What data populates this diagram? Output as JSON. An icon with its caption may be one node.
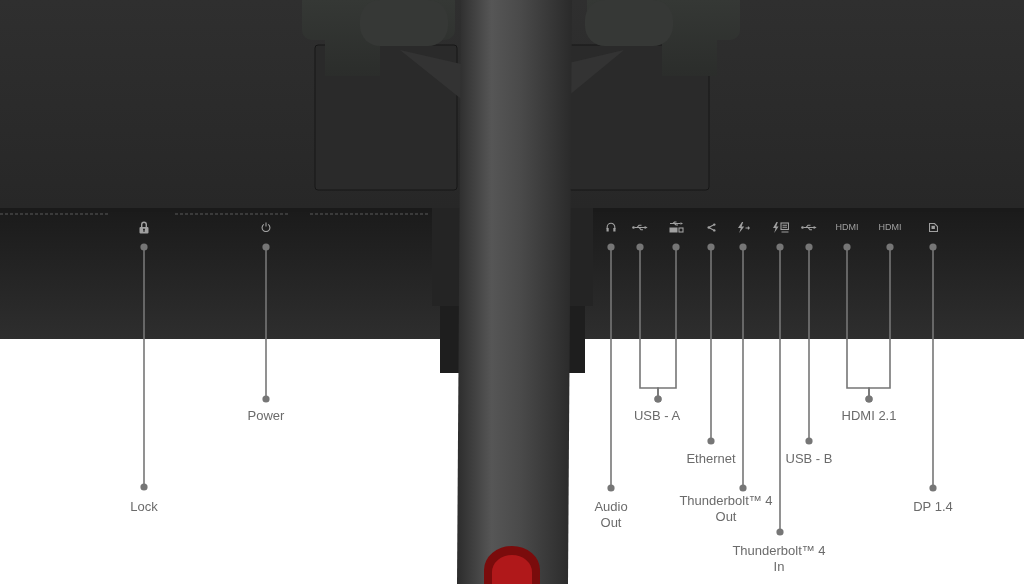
{
  "diagram": {
    "nodes": [
      {
        "text": [],
        "shape": "picture"
      },
      {
        "text": [],
        "shape": "picture"
      },
      {
        "text": [],
        "shape": "picture"
      },
      {
        "text": [],
        "shape": "picture"
      },
      {
        "text": [],
        "shape": "picture"
      },
      {
        "text": [],
        "shape": "picture"
      },
      {
        "text": [],
        "shape": "picture"
      },
      {
        "text": [],
        "shape": "picture"
      },
      {
        "text": [],
        "shape": "picture"
      },
      {
        "text": [
          "HDMI"
        ]
      },
      {
        "text": [
          "HDMI"
        ]
      },
      {
        "text": [],
        "shape": "picture"
      },
      {
        "text": [
          "Power"
        ]
      },
      {
        "text": [
          "USB - A"
        ]
      },
      {
        "text": [
          "HDMI 2.1"
        ]
      },
      {
        "text": [
          "Ethernet"
        ]
      },
      {
        "text": [
          "USB - B"
        ]
      },
      {
        "text": [
          "Lock"
        ]
      },
      {
        "text": [
          "Audio Out"
        ]
      },
      {
        "text": [
          "Thunderbolt™ 4 Out"
        ]
      },
      {
        "text": [
          "DP 1.4"
        ]
      },
      {
        "text": [
          "Thunderbolt™ 4 In"
        ]
      }
    ],
    "edges": [
      {
        "from": 17,
        "to": 0,
        "arrow": "other"
      },
      {
        "from": 12,
        "to": 1,
        "arrow": "other"
      },
      {
        "from": 18,
        "to": 2,
        "arrow": "other"
      },
      {
        "from": 13,
        "to": 3,
        "arrow": "other"
      },
      {
        "from": 13,
        "to": 4,
        "arrow": "other"
      },
      {
        "from": 15,
        "to": 5,
        "arrow": "other"
      },
      {
        "from": 19,
        "to": 6,
        "arrow": "other"
      },
      {
        "from": 21,
        "to": 7,
        "arrow": "other"
      },
      {
        "from": 16,
        "to": 8,
        "arrow": "other"
      },
      {
        "from": 14,
        "to": 9,
        "arrow": "other"
      },
      {
        "from": 14,
        "to": 10,
        "arrow": "other"
      },
      {
        "from": 20,
        "to": 11,
        "arrow": "other"
      }
    ]
  }
}
